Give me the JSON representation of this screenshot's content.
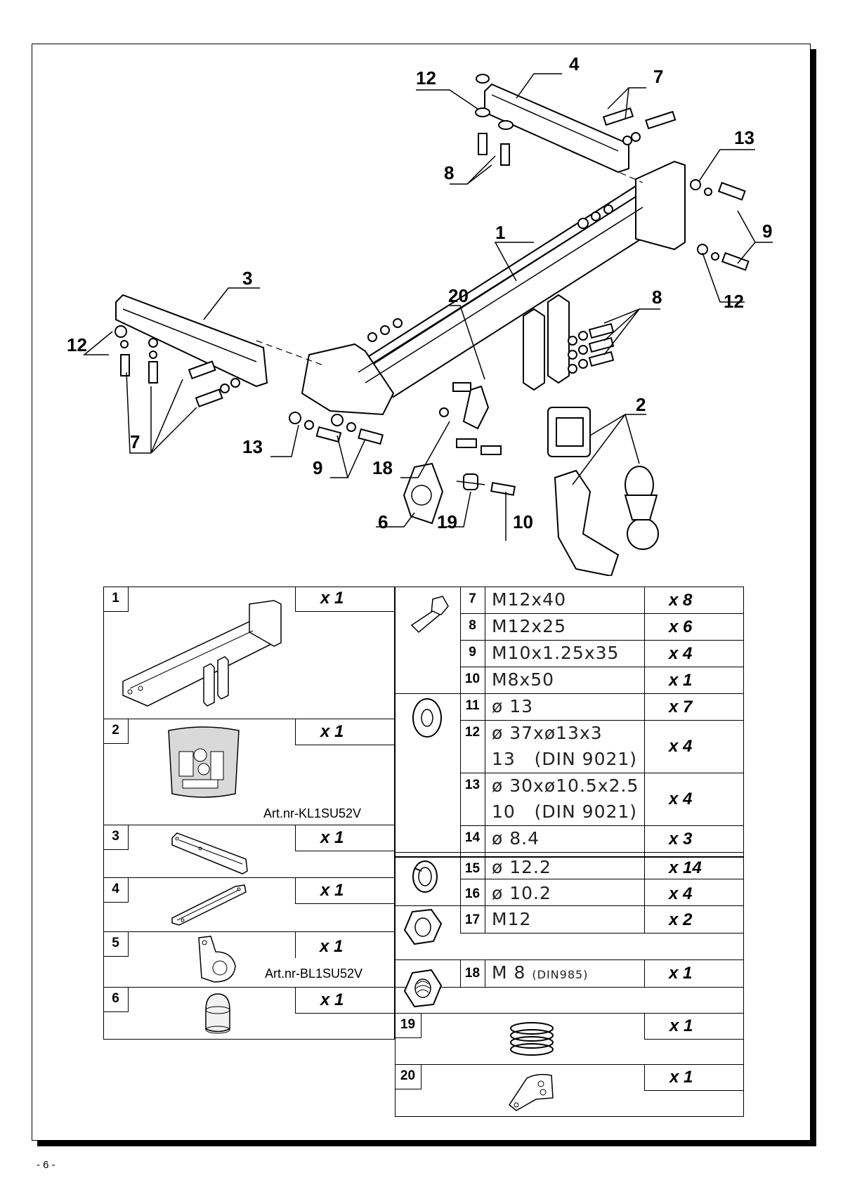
{
  "page_number": "- 6 -",
  "callouts": [
    "12",
    "4",
    "7",
    "13",
    "8",
    "9",
    "1",
    "3",
    "20",
    "8",
    "12",
    "12",
    "2",
    "7",
    "13",
    "9",
    "18",
    "6",
    "19",
    "10"
  ],
  "parts_left": [
    {
      "no": "1",
      "qty": "x 1",
      "note": ""
    },
    {
      "no": "2",
      "qty": "x 1",
      "note": "Art.nr-KL1SU52V"
    },
    {
      "no": "3",
      "qty": "x 1",
      "note": ""
    },
    {
      "no": "4",
      "qty": "x 1",
      "note": ""
    },
    {
      "no": "5",
      "qty": "x 1",
      "note": "Art.nr-BL1SU52V"
    },
    {
      "no": "6",
      "qty": "x 1",
      "note": ""
    }
  ],
  "parts_right": [
    {
      "no": "7",
      "spec": "M12x40",
      "qty": "x 8"
    },
    {
      "no": "8",
      "spec": "M12x25",
      "qty": "x 6"
    },
    {
      "no": "9",
      "spec": "M10x1.25x35",
      "qty": "x 4"
    },
    {
      "no": "10",
      "spec": "M8x50",
      "qty": "x 1"
    },
    {
      "no": "11",
      "spec": "ø 13",
      "qty": "x 7"
    },
    {
      "no": "12",
      "spec_line1": "ø 37xø13x3",
      "spec_line2": "13   (DIN 9021)",
      "qty": "x 4"
    },
    {
      "no": "13",
      "spec_line1": "ø 30xø10.5x2.5",
      "spec_line2": "10   (DIN 9021)",
      "qty": "x 4"
    },
    {
      "no": "14",
      "spec": "ø 8.4",
      "qty": "x 3"
    },
    {
      "no": "15",
      "spec": "ø 12.2",
      "qty": "x 14"
    },
    {
      "no": "16",
      "spec": "ø 10.2",
      "qty": "x 4"
    },
    {
      "no": "17",
      "spec": "M12",
      "qty": "x 2"
    },
    {
      "no": "18",
      "spec": "M 8",
      "spec_small": "(DIN985)",
      "qty": "x 1"
    },
    {
      "no": "19",
      "qty": "x 1"
    },
    {
      "no": "20",
      "qty": "x 1"
    }
  ],
  "icons": [
    "bolt-icon",
    "washer-icon",
    "spring-washer-icon",
    "hex-nut-icon",
    "lock-nut-icon",
    "spring-icon",
    "bracket-icon",
    "socket-icon",
    "cap-icon"
  ]
}
